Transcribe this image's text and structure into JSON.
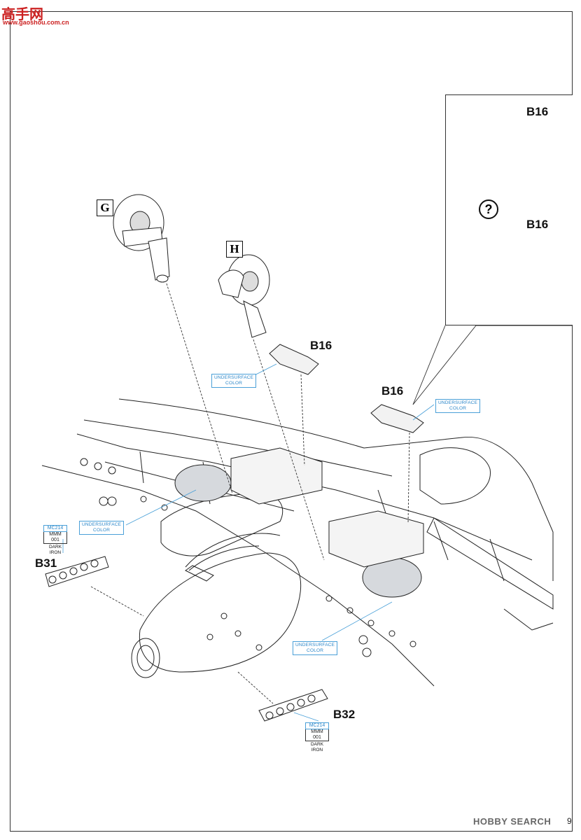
{
  "watermark": {
    "logo": "高手网",
    "url": "www.gaoshou.com.cn",
    "hobby": "HOBBY SEARCH"
  },
  "page_number": "9",
  "labels": {
    "g": "G",
    "h": "H",
    "b16_top": "B16",
    "b16_mid": "B16",
    "b16_inset_1": "B16",
    "b16_inset_2": "B16",
    "b31": "B31",
    "b32": "B32",
    "question": "?"
  },
  "notes": {
    "undersurface_1": [
      "UNDERSURFACE",
      "COLOR"
    ],
    "undersurface_2": [
      "UNDERSURFACE",
      "COLOR"
    ],
    "undersurface_3": [
      "UNDERSURFACE",
      "COLOR"
    ],
    "undersurface_4": [
      "UNDERSURFACE",
      "COLOR"
    ]
  },
  "paints": {
    "b31": {
      "code": "MC214",
      "mix": "MMM 001",
      "name": "DARK IRON"
    },
    "b32": {
      "code": "MC214",
      "mix": "MMM 001",
      "name": "DARK IRON"
    }
  },
  "colors": {
    "callout_blue": "#2a86c9",
    "line": "#222222",
    "panel_grey": "#cfd3d8"
  }
}
